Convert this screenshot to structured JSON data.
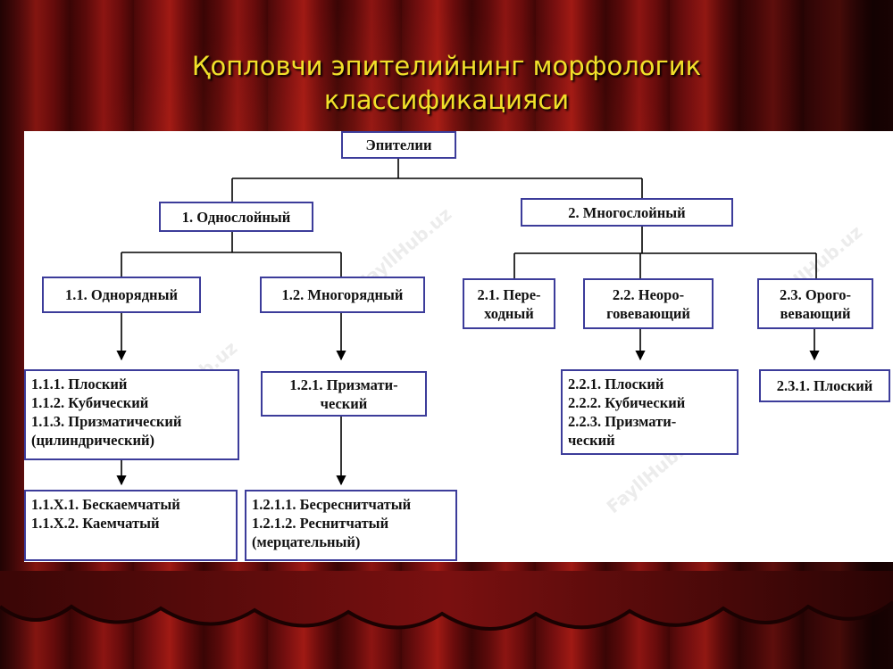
{
  "title": "Қопловчи эпителийнинг морфологик классификацияси",
  "watermark_text": "FayllHub.uz",
  "colors": {
    "title": "#f1e02a",
    "box_border": "#3c3c9a",
    "connector": "#000000"
  },
  "nodes": {
    "root": "Эпителии",
    "n1": "1. Однослойный",
    "n2": "2. Многослойный",
    "n11": "1.1. Однорядный",
    "n12": "1.2. Многорядный",
    "n21": "2.1. Пере-\nходный",
    "n22": "2.2. Неоро-\nговевающий",
    "n23": "2.3. Орого-\nвевающий",
    "n111": "1.1.1. Плоский\n1.1.2. Кубический\n1.1.3. Призматический\n          (цилиндрический)",
    "n121": "1.2.1. Призмати-\nческий",
    "n221": "2.2.1. Плоский\n2.2.2. Кубический\n2.2.3. Призмати-\nческий",
    "n231": "2.3.1. Плоский",
    "n11x": "1.1.Х.1. Бескаемчатый\n1.1.Х.2. Каемчатый",
    "n1211": "1.2.1.1. Бесреснитчатый\n1.2.1.2. Реснитчатый\n           (мерцательный)"
  }
}
